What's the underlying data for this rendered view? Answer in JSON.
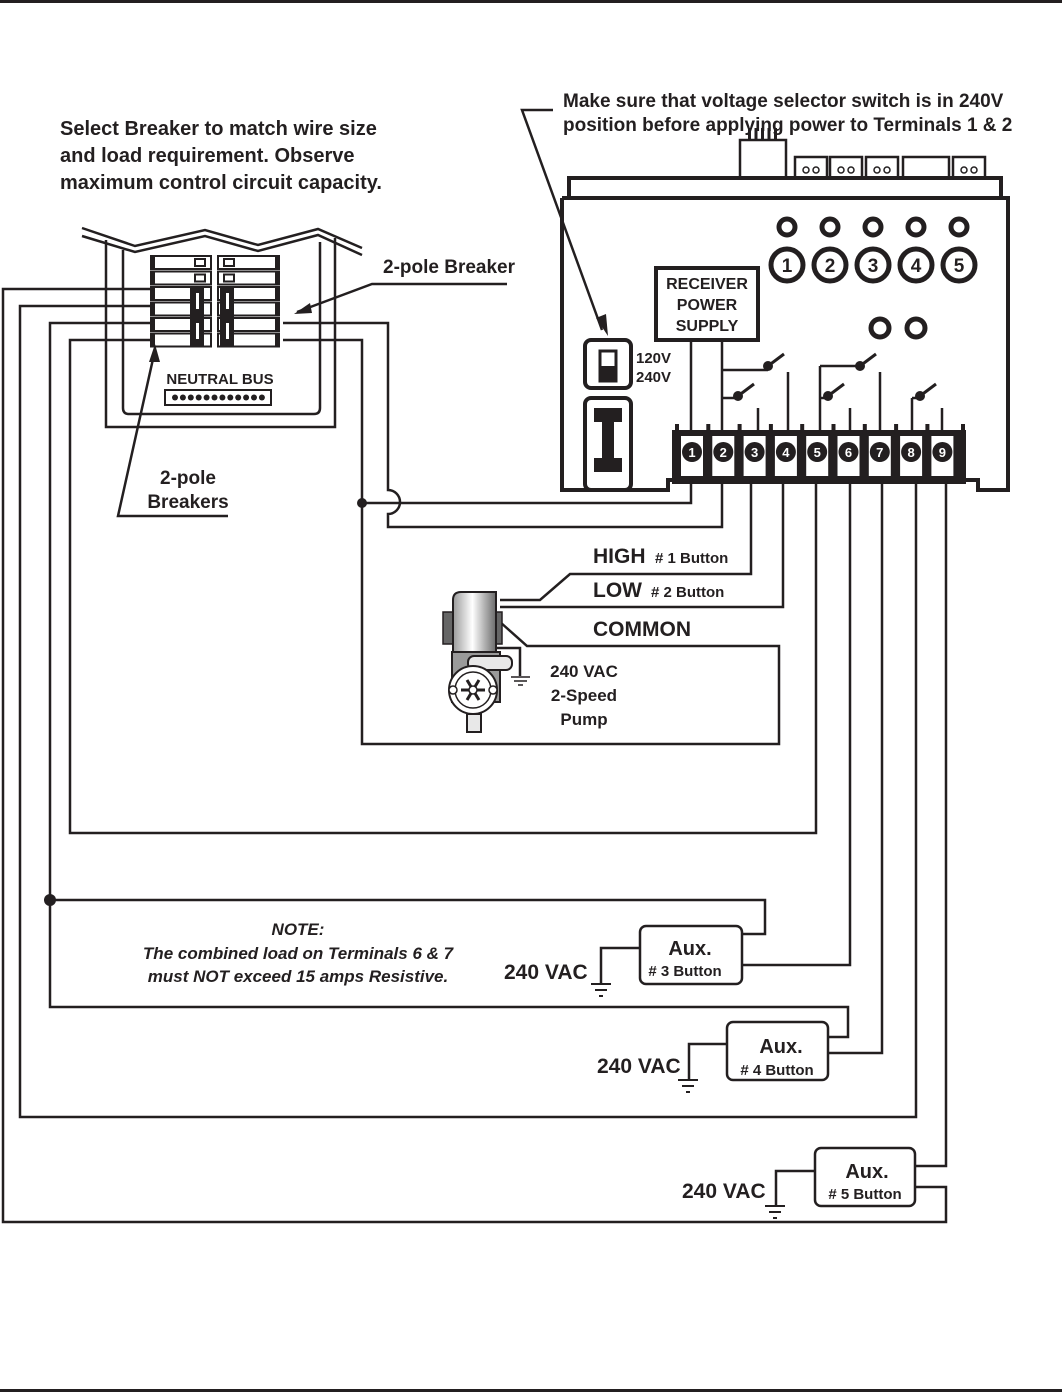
{
  "page": {
    "title": "Wiring diagram: 240 VAC 2-speed pump and auxiliary loads"
  },
  "notes": {
    "breaker_note": [
      "Select Breaker to match wire size",
      "and load requirement.  Observe",
      "maximum control circuit capacity."
    ],
    "voltage_note": [
      "Make sure that voltage selector switch is in 240V",
      "position before applying power to Terminals 1 & 2"
    ],
    "load_note": {
      "heading": "NOTE:",
      "lines": [
        "The combined load on Terminals 6 & 7",
        "must NOT exceed 15 amps Resistive."
      ]
    }
  },
  "panel": {
    "label_2pole_breaker": "2-pole Breaker",
    "label_2pole_breakers": [
      "2-pole",
      "Breakers"
    ],
    "neutral_bus": "NEUTRAL BUS"
  },
  "controller": {
    "power_supply": [
      "RECEIVER",
      "POWER",
      "SUPPLY"
    ],
    "voltage_options": [
      "120V",
      "240V"
    ],
    "selected_voltage": "240V",
    "buttons": [
      "1",
      "2",
      "3",
      "4",
      "5"
    ],
    "terminals": [
      "1",
      "2",
      "3",
      "4",
      "5",
      "6",
      "7",
      "8",
      "9"
    ]
  },
  "pump": {
    "wires": [
      {
        "name": "HIGH",
        "button": "# 1 Button"
      },
      {
        "name": "LOW",
        "button": "# 2 Button"
      },
      {
        "name": "COMMON",
        "button": ""
      }
    ],
    "label": [
      "240 VAC",
      "2-Speed",
      "Pump"
    ]
  },
  "aux_loads": [
    {
      "title": "Aux.",
      "button": "# 3 Button",
      "voltage": "240 VAC"
    },
    {
      "title": "Aux.",
      "button": "# 4 Button",
      "voltage": "240 VAC"
    },
    {
      "title": "Aux.",
      "button": "# 5 Button",
      "voltage": "240 VAC"
    }
  ]
}
